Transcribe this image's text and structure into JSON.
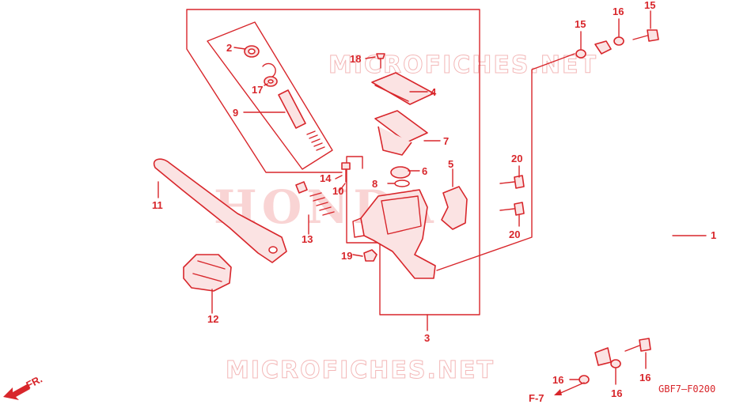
{
  "watermarks": {
    "top": "MICROFICHES.NET",
    "center": "HONDA",
    "bottom": "MICROFICHES.NET"
  },
  "diagram_code": "GBF7—F0200",
  "direction": {
    "front": "FR.",
    "ref": "F-7"
  },
  "parts": [
    {
      "id": "p1",
      "num": "1"
    },
    {
      "id": "p2",
      "num": "2"
    },
    {
      "id": "p3",
      "num": "3"
    },
    {
      "id": "p4",
      "num": "4"
    },
    {
      "id": "p5",
      "num": "5"
    },
    {
      "id": "p6",
      "num": "6"
    },
    {
      "id": "p7",
      "num": "7"
    },
    {
      "id": "p8",
      "num": "8"
    },
    {
      "id": "p9",
      "num": "9"
    },
    {
      "id": "p10",
      "num": "10"
    },
    {
      "id": "p11",
      "num": "11"
    },
    {
      "id": "p12",
      "num": "12"
    },
    {
      "id": "p13",
      "num": "13"
    },
    {
      "id": "p14",
      "num": "14"
    },
    {
      "id": "p15a",
      "num": "15"
    },
    {
      "id": "p15b",
      "num": "15"
    },
    {
      "id": "p16a",
      "num": "16"
    },
    {
      "id": "p16b",
      "num": "16"
    },
    {
      "id": "p16c",
      "num": "16"
    },
    {
      "id": "p16d",
      "num": "16"
    },
    {
      "id": "p17",
      "num": "17"
    },
    {
      "id": "p18",
      "num": "18"
    },
    {
      "id": "p19",
      "num": "19"
    },
    {
      "id": "p20a",
      "num": "20"
    },
    {
      "id": "p20b",
      "num": "20"
    }
  ]
}
